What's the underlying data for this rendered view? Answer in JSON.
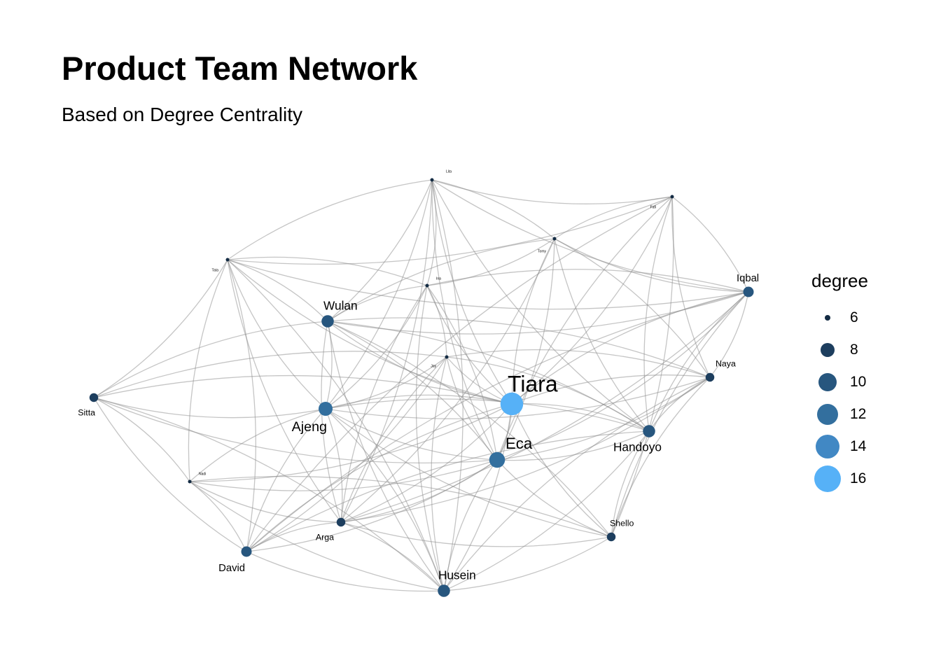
{
  "title": "Product Team Network",
  "subtitle": "Based on Degree Centrality",
  "legend": {
    "title": "degree",
    "entries": [
      {
        "label": "6",
        "color": "#132B43"
      },
      {
        "label": "8",
        "color": "#1D3E5E"
      },
      {
        "label": "10",
        "color": "#27567E"
      },
      {
        "label": "12",
        "color": "#336F9E"
      },
      {
        "label": "14",
        "color": "#4188C4"
      },
      {
        "label": "16",
        "color": "#56B1F7"
      }
    ]
  },
  "edge_color": "#8c8c8c",
  "nodes": [
    {
      "id": "Lita",
      "degree": 5
    },
    {
      "id": "Fafi",
      "degree": 5
    },
    {
      "id": "Tomy",
      "degree": 5
    },
    {
      "id": "Tata",
      "degree": 5
    },
    {
      "id": "Ina",
      "degree": 5
    },
    {
      "id": "Iqbal",
      "degree": 9
    },
    {
      "id": "Wulan",
      "degree": 10
    },
    {
      "id": "Joy",
      "degree": 5
    },
    {
      "id": "Naya",
      "degree": 8
    },
    {
      "id": "Tiara",
      "degree": 16
    },
    {
      "id": "Sitta",
      "degree": 8
    },
    {
      "id": "Ajeng",
      "degree": 11
    },
    {
      "id": "Handoyo",
      "degree": 10
    },
    {
      "id": "Eca",
      "degree": 12
    },
    {
      "id": "Nadi",
      "degree": 5
    },
    {
      "id": "Arga",
      "degree": 8
    },
    {
      "id": "Shello",
      "degree": 8
    },
    {
      "id": "David",
      "degree": 9
    },
    {
      "id": "Husein",
      "degree": 10
    }
  ],
  "edges": [
    [
      "Lita",
      "Fafi"
    ],
    [
      "Lita",
      "Tomy"
    ],
    [
      "Lita",
      "Tata"
    ],
    [
      "Lita",
      "Ina"
    ],
    [
      "Lita",
      "Iqbal"
    ],
    [
      "Lita",
      "Wulan"
    ],
    [
      "Lita",
      "Tiara"
    ],
    [
      "Lita",
      "Ajeng"
    ],
    [
      "Lita",
      "Eca"
    ],
    [
      "Lita",
      "Husein"
    ],
    [
      "Lita",
      "Handoyo"
    ],
    [
      "Lita",
      "Arga"
    ],
    [
      "Fafi",
      "Tomy"
    ],
    [
      "Fafi",
      "Iqbal"
    ],
    [
      "Fafi",
      "Naya"
    ],
    [
      "Fafi",
      "Tiara"
    ],
    [
      "Fafi",
      "Handoyo"
    ],
    [
      "Fafi",
      "Shello"
    ],
    [
      "Fafi",
      "Eca"
    ],
    [
      "Fafi",
      "Tata"
    ],
    [
      "Fafi",
      "David"
    ],
    [
      "Tomy",
      "Ina"
    ],
    [
      "Tomy",
      "Iqbal"
    ],
    [
      "Tomy",
      "Naya"
    ],
    [
      "Tomy",
      "Tiara"
    ],
    [
      "Tomy",
      "Eca"
    ],
    [
      "Tomy",
      "Handoyo"
    ],
    [
      "Tomy",
      "Arga"
    ],
    [
      "Tomy",
      "Wulan"
    ],
    [
      "Tata",
      "Wulan"
    ],
    [
      "Tata",
      "Ajeng"
    ],
    [
      "Tata",
      "Sitta"
    ],
    [
      "Tata",
      "Nadi"
    ],
    [
      "Tata",
      "David"
    ],
    [
      "Tata",
      "Arga"
    ],
    [
      "Tata",
      "Ina"
    ],
    [
      "Tata",
      "Tiara"
    ],
    [
      "Tata",
      "Husein"
    ],
    [
      "Tata",
      "Iqbal"
    ],
    [
      "Ina",
      "Joy"
    ],
    [
      "Ina",
      "Wulan"
    ],
    [
      "Ina",
      "Ajeng"
    ],
    [
      "Ina",
      "Tiara"
    ],
    [
      "Ina",
      "Eca"
    ],
    [
      "Ina",
      "Husein"
    ],
    [
      "Ina",
      "Iqbal"
    ],
    [
      "Ina",
      "Arga"
    ],
    [
      "Iqbal",
      "Naya"
    ],
    [
      "Iqbal",
      "Tiara"
    ],
    [
      "Iqbal",
      "Eca"
    ],
    [
      "Iqbal",
      "Handoyo"
    ],
    [
      "Iqbal",
      "Wulan"
    ],
    [
      "Iqbal",
      "Shello"
    ],
    [
      "Iqbal",
      "Arga"
    ],
    [
      "Iqbal",
      "David"
    ],
    [
      "Wulan",
      "Ajeng"
    ],
    [
      "Wulan",
      "Tiara"
    ],
    [
      "Wulan",
      "Eca"
    ],
    [
      "Wulan",
      "Sitta"
    ],
    [
      "Wulan",
      "Naya"
    ],
    [
      "Wulan",
      "Husein"
    ],
    [
      "Wulan",
      "Handoyo"
    ],
    [
      "Wulan",
      "Arga"
    ],
    [
      "Wulan",
      "Shello"
    ],
    [
      "Joy",
      "Tiara"
    ],
    [
      "Joy",
      "Ajeng"
    ],
    [
      "Joy",
      "Eca"
    ],
    [
      "Joy",
      "David"
    ],
    [
      "Joy",
      "Arga"
    ],
    [
      "Joy",
      "Naya"
    ],
    [
      "Joy",
      "Husein"
    ],
    [
      "Joy",
      "Handoyo"
    ],
    [
      "Naya",
      "Tiara"
    ],
    [
      "Naya",
      "Eca"
    ],
    [
      "Naya",
      "Handoyo"
    ],
    [
      "Naya",
      "Ajeng"
    ],
    [
      "Naya",
      "Shello"
    ],
    [
      "Naya",
      "Arga"
    ],
    [
      "Naya",
      "Husein"
    ],
    [
      "Tiara",
      "Eca"
    ],
    [
      "Tiara",
      "Ajeng"
    ],
    [
      "Tiara",
      "Handoyo"
    ],
    [
      "Tiara",
      "Shello"
    ],
    [
      "Tiara",
      "Husein"
    ],
    [
      "Tiara",
      "David"
    ],
    [
      "Tiara",
      "Arga"
    ],
    [
      "Tiara",
      "Sitta"
    ],
    [
      "Tiara",
      "Nadi"
    ],
    [
      "Sitta",
      "Ajeng"
    ],
    [
      "Sitta",
      "Nadi"
    ],
    [
      "Sitta",
      "David"
    ],
    [
      "Sitta",
      "Husein"
    ],
    [
      "Sitta",
      "Eca"
    ],
    [
      "Sitta",
      "Joy"
    ],
    [
      "Ajeng",
      "Eca"
    ],
    [
      "Ajeng",
      "Arga"
    ],
    [
      "Ajeng",
      "David"
    ],
    [
      "Ajeng",
      "Husein"
    ],
    [
      "Ajeng",
      "Shello"
    ],
    [
      "Ajeng",
      "Handoyo"
    ],
    [
      "Ajeng",
      "Nadi"
    ],
    [
      "Handoyo",
      "Eca"
    ],
    [
      "Handoyo",
      "Shello"
    ],
    [
      "Handoyo",
      "Husein"
    ],
    [
      "Handoyo",
      "David"
    ],
    [
      "Eca",
      "Arga"
    ],
    [
      "Eca",
      "Husein"
    ],
    [
      "Eca",
      "David"
    ],
    [
      "Eca",
      "Shello"
    ],
    [
      "Eca",
      "Nadi"
    ],
    [
      "Nadi",
      "Arga"
    ],
    [
      "Nadi",
      "David"
    ],
    [
      "Nadi",
      "Husein"
    ],
    [
      "Nadi",
      "Shello"
    ],
    [
      "Arga",
      "David"
    ],
    [
      "Arga",
      "Husein"
    ],
    [
      "Arga",
      "Shello"
    ],
    [
      "Shello",
      "Husein"
    ],
    [
      "David",
      "Husein"
    ]
  ]
}
